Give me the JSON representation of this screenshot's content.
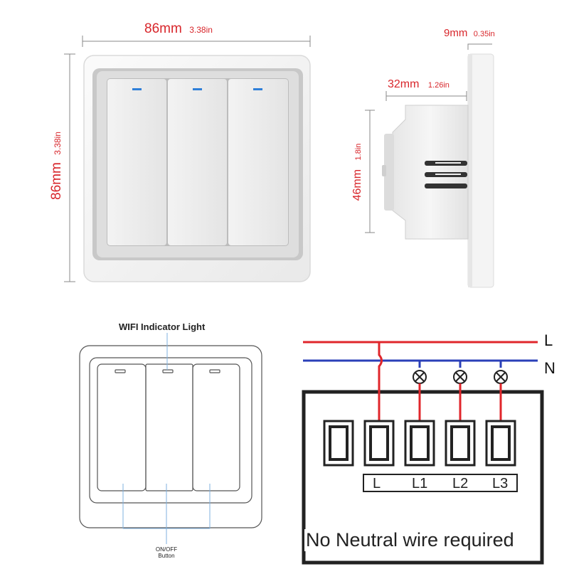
{
  "dimensions": {
    "width": {
      "mm": "86mm",
      "in": "3.38in"
    },
    "height": {
      "mm": "86mm",
      "in": "3.38in"
    },
    "plate_depth": {
      "mm": "9mm",
      "in": "0.35in"
    },
    "body_depth": {
      "mm": "32mm",
      "in": "1.26in"
    },
    "body_height": {
      "mm": "46mm",
      "in": "1.8in"
    }
  },
  "switch": {
    "gang_count": 3,
    "indicator_color": "#2f7fd8"
  },
  "annotations": {
    "wifi_indicator": "WIFI Indicator Light",
    "onoff_line1": "ON/OFF",
    "onoff_line2": "Button"
  },
  "wiring": {
    "live_label": "L",
    "neutral_label": "N",
    "live_color": "#e0262b",
    "neutral_color": "#2a3fb8",
    "terminals": [
      "L",
      "L1",
      "L2",
      "L3"
    ],
    "caption": "No Neutral wire required"
  }
}
